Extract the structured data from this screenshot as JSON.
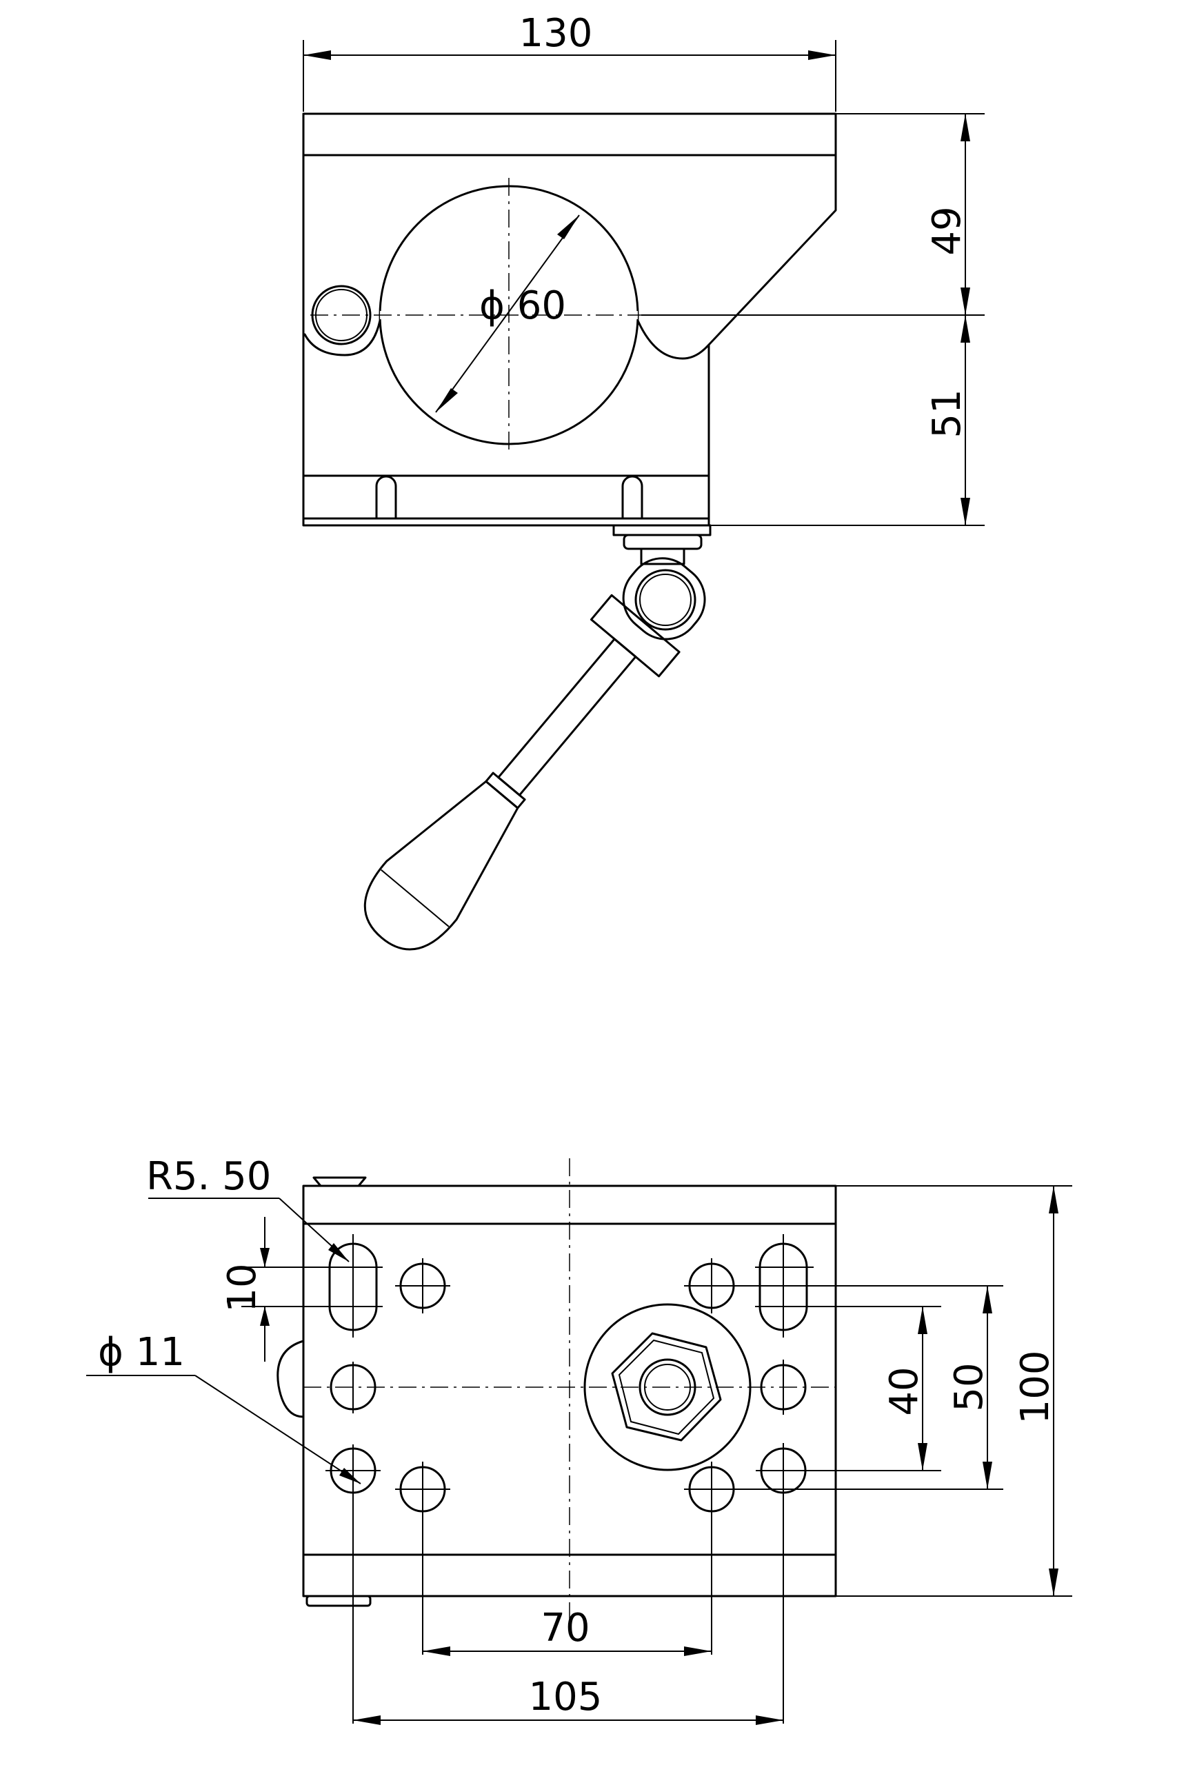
{
  "dimensions": {
    "top_width": "130",
    "upper_height": "49",
    "lower_height": "51",
    "bore_diameter": "ϕ 60",
    "slot_radius": "R5. 50",
    "slot_length": "10",
    "hole_diameter": "ϕ 11",
    "inner_hole_spacing": "40",
    "outer_hole_spacing": "50",
    "base_height": "100",
    "hole_spacing_70": "70",
    "hole_spacing_105": "105"
  }
}
